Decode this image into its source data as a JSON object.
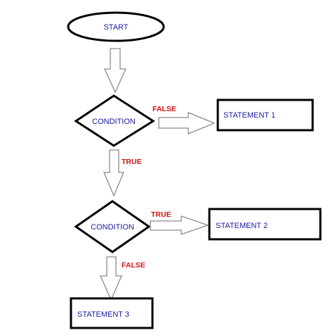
{
  "diagram": {
    "start": {
      "label": "START"
    },
    "condition1": {
      "label": "CONDITION"
    },
    "condition2": {
      "label": "CONDITION"
    },
    "statement1": {
      "label": "STATEMENT 1"
    },
    "statement2": {
      "label": "STATEMENT 2"
    },
    "statement3": {
      "label": "STATEMENT 3"
    },
    "edges": {
      "c1_to_s1": "FALSE",
      "c1_to_c2": "TRUE",
      "c2_to_s2": "TRUE",
      "c2_to_s3": "FALSE"
    },
    "colors": {
      "node_text": "#1a1aa0",
      "edge_text": "#d41414",
      "border": "#000000",
      "arrow_outline": "#8a8a8a"
    }
  }
}
